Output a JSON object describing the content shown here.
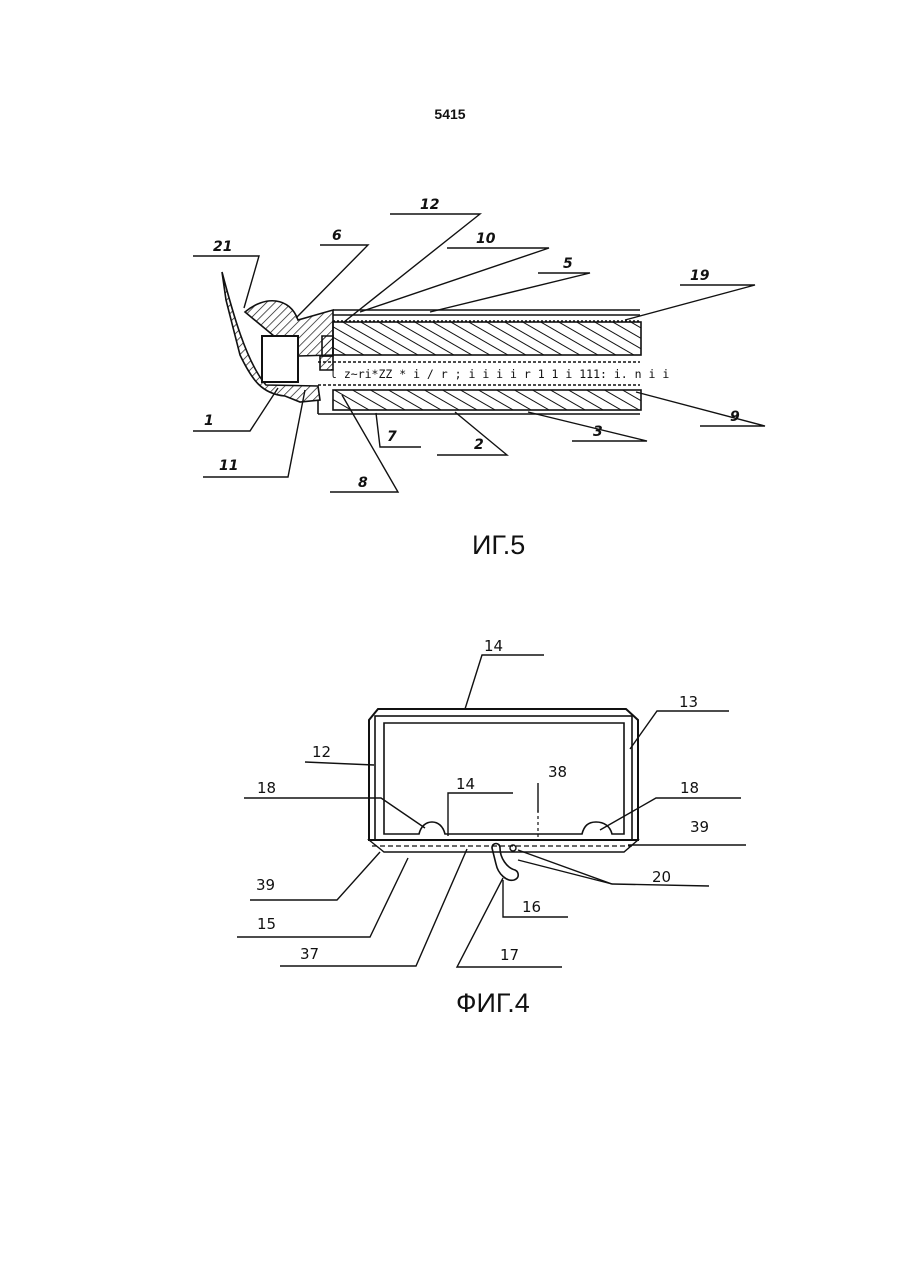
{
  "page": {
    "number": "5415"
  },
  "figure5": {
    "caption": "ИГ.5",
    "core_text": "l z~ri*ZZ * i / r ; i i i i r 1 1 i 111: i. n i i",
    "labels": {
      "l1": "1",
      "l21": "21",
      "l6": "6",
      "l12": "12",
      "l10": "10",
      "l5": "5",
      "l19": "19",
      "l11": "11",
      "l7": "7",
      "l2": "2",
      "l3": "3",
      "l9": "9",
      "l8": "8"
    }
  },
  "figure4": {
    "caption": "ФИГ.4",
    "labels": {
      "l14a": "14",
      "l13": "13",
      "l12": "12",
      "l18a": "18",
      "l14b": "14",
      "l38": "38",
      "l18b": "18",
      "l39a": "39",
      "l39b": "39",
      "l20": "20",
      "l15": "15",
      "l16": "16",
      "l37": "37",
      "l17": "17"
    }
  }
}
